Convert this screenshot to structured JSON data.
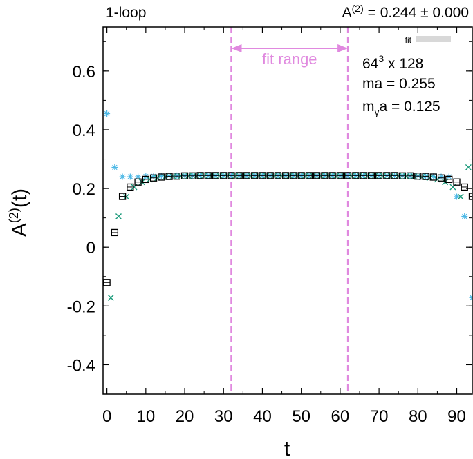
{
  "header": {
    "left": "1-loop",
    "right_prefix": "A",
    "right_sup": "(2)",
    "right_suffix": " = 0.244 ± 0.000"
  },
  "annotations": {
    "fit_range": "fit range",
    "lattice_base": "64",
    "lattice_sup": "3",
    "lattice_rest": " x 128",
    "mass": "ma = 0.255",
    "photon_prefix": "m",
    "photon_sub": "γ",
    "photon_suffix": "a = 0.125"
  },
  "legend": {
    "fit": "fit"
  },
  "colors": {
    "fit_range": "#e089df",
    "series_square": "#000000",
    "series_teal": "#1a9a7a",
    "series_cyan": "#4cb8e6",
    "fit_band": "#d8d8d8"
  },
  "chart_data": {
    "type": "scatter",
    "xlabel": "t",
    "ylabel_prefix": "A",
    "ylabel_sup": "(2)",
    "ylabel_suffix": "(t)",
    "xlim": [
      -1,
      94
    ],
    "ylim": [
      -0.5,
      0.75
    ],
    "xticks": [
      0,
      10,
      20,
      30,
      40,
      50,
      60,
      70,
      80,
      90
    ],
    "yticks": [
      -0.4,
      -0.2,
      0,
      0.2,
      0.4,
      0.6
    ],
    "ytick_labels": [
      "-0.4",
      "-0.2",
      "0",
      "0.2",
      "0.4",
      "0.6"
    ],
    "grid": false,
    "fit_range": [
      32,
      62
    ],
    "fit": {
      "value": 0.244,
      "error": 0.0
    },
    "series": [
      {
        "marker": "open-square",
        "x": [
          0,
          2,
          4,
          6,
          8,
          10,
          12,
          14,
          16,
          18,
          20,
          22,
          24,
          26,
          28,
          30,
          32,
          34,
          36,
          38,
          40,
          42,
          44,
          46,
          48,
          50,
          52,
          54,
          56,
          58,
          60,
          62,
          64,
          66,
          68,
          70,
          72,
          74,
          76,
          78,
          80,
          82,
          84,
          86,
          88,
          90,
          92,
          94
        ],
        "y": [
          -0.12,
          0.05,
          0.173,
          0.205,
          0.222,
          0.231,
          0.236,
          0.239,
          0.241,
          0.242,
          0.243,
          0.243,
          0.244,
          0.244,
          0.244,
          0.244,
          0.244,
          0.244,
          0.244,
          0.244,
          0.244,
          0.244,
          0.244,
          0.244,
          0.244,
          0.244,
          0.244,
          0.244,
          0.244,
          0.244,
          0.244,
          0.244,
          0.244,
          0.244,
          0.244,
          0.244,
          0.244,
          0.244,
          0.243,
          0.243,
          0.242,
          0.241,
          0.239,
          0.236,
          0.231,
          0.222,
          0.205,
          0.173
        ]
      },
      {
        "marker": "cross",
        "x": [
          1,
          3,
          5,
          7,
          9,
          11,
          13,
          15,
          17,
          19,
          21,
          23,
          25,
          27,
          29,
          31,
          33,
          35,
          37,
          39,
          41,
          43,
          45,
          47,
          49,
          51,
          53,
          55,
          57,
          59,
          61,
          63,
          65,
          67,
          69,
          71,
          73,
          75,
          77,
          79,
          81,
          83,
          85,
          87,
          89,
          91,
          93
        ],
        "y": [
          -0.172,
          0.105,
          0.172,
          0.205,
          0.222,
          0.231,
          0.236,
          0.239,
          0.241,
          0.242,
          0.243,
          0.243,
          0.244,
          0.244,
          0.244,
          0.244,
          0.244,
          0.244,
          0.244,
          0.244,
          0.244,
          0.244,
          0.244,
          0.244,
          0.244,
          0.244,
          0.244,
          0.244,
          0.244,
          0.244,
          0.244,
          0.244,
          0.244,
          0.244,
          0.244,
          0.244,
          0.243,
          0.243,
          0.242,
          0.241,
          0.239,
          0.236,
          0.231,
          0.222,
          0.205,
          0.172,
          0.272
        ]
      },
      {
        "marker": "star",
        "x": [
          0,
          2,
          4,
          6,
          8,
          10,
          12,
          14,
          16,
          18,
          20,
          22,
          24,
          26,
          28,
          30,
          32,
          34,
          36,
          38,
          40,
          42,
          44,
          46,
          48,
          50,
          52,
          54,
          56,
          58,
          60,
          62,
          64,
          66,
          68,
          70,
          72,
          74,
          76,
          78,
          80,
          82,
          84,
          86,
          88,
          90,
          92,
          94
        ],
        "y": [
          0.455,
          0.272,
          0.24,
          0.24,
          0.24,
          0.241,
          0.242,
          0.243,
          0.243,
          0.244,
          0.244,
          0.244,
          0.244,
          0.244,
          0.244,
          0.244,
          0.244,
          0.244,
          0.244,
          0.244,
          0.244,
          0.244,
          0.244,
          0.244,
          0.244,
          0.244,
          0.244,
          0.244,
          0.244,
          0.244,
          0.244,
          0.244,
          0.244,
          0.244,
          0.244,
          0.244,
          0.244,
          0.244,
          0.244,
          0.243,
          0.243,
          0.242,
          0.241,
          0.24,
          0.24,
          0.172,
          0.105,
          -0.172
        ]
      }
    ]
  }
}
